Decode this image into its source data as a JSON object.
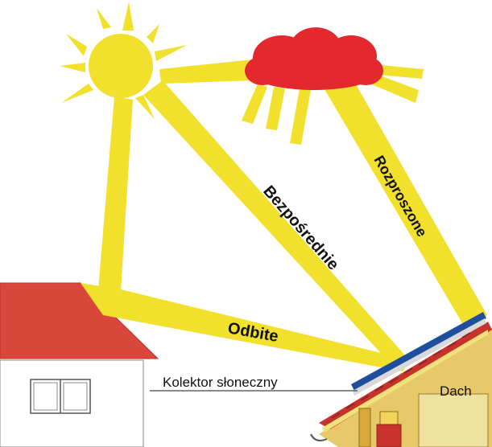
{
  "labels": {
    "direct": "Bezpośrednie",
    "diffuse": "Rozproszone",
    "reflected": "Odbite",
    "collector": "Kolektor słoneczny",
    "roof": "Dach"
  },
  "colors": {
    "sun": "#f2e12c",
    "beam": "#f2e12c",
    "cloud": "#e3282e",
    "house_roof": "#d9463a",
    "collector": "#1f4e9c",
    "roof_tiles": "#c8322c",
    "wood": "#d9a93a"
  },
  "icons": {
    "sun": "sun-icon",
    "cloud": "cloud-icon",
    "house": "house-icon",
    "roof": "roof-section-icon"
  }
}
